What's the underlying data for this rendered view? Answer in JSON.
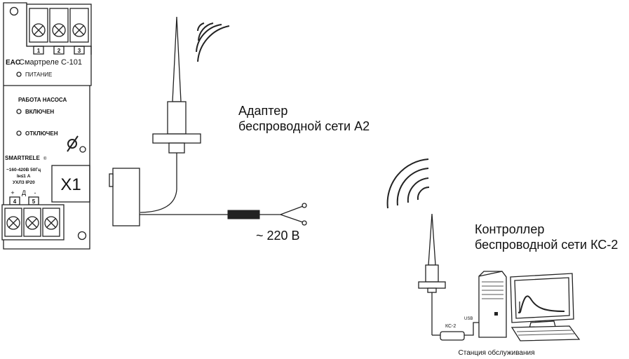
{
  "relay": {
    "eac_mark": "EAC",
    "model": "Смартреле С-101",
    "terminals_top": [
      "1",
      "2",
      "3"
    ],
    "power_label": "ПИТАНИЕ",
    "pump_header": "РАБОТА НАСОСА",
    "state_on": "ВКЛЮЧЕН",
    "state_off": "ОТКЛЮЧЕН",
    "brand": "SMARTRELE",
    "registered": "®",
    "spec_line1": "~160-420В  50Гц",
    "spec_line2": "Iн≤1 А",
    "spec_line3": "УХЛ3  IP20",
    "terminal_bottom_labels": [
      "+",
      "Д",
      "-"
    ],
    "terminals_bottom": [
      "4",
      "5"
    ],
    "connector": "X1"
  },
  "adapter": {
    "title_line1": "Адаптер",
    "title_line2": "беспроводной сети А2",
    "mains": "~ 220 В"
  },
  "controller": {
    "title_line1": "Контроллер",
    "title_line2": "беспроводной сети КС-2",
    "device_label": "КС-2",
    "port_label": "USB",
    "station_label": "Станция обслуживания"
  }
}
